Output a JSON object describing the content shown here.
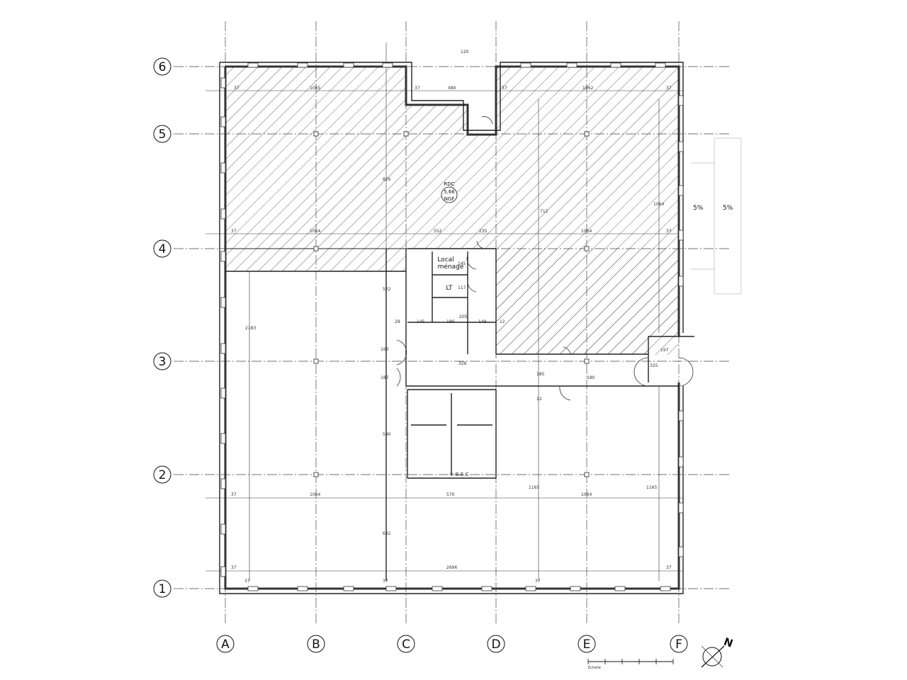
{
  "grid": {
    "rows": [
      "6",
      "5",
      "4",
      "3",
      "2",
      "1"
    ],
    "cols": [
      "A",
      "B",
      "C",
      "D",
      "E",
      "F"
    ]
  },
  "zone": {
    "level": "RDC",
    "height": "5,66",
    "unit": "NGF"
  },
  "rooms": {
    "local_menage_line1": "Local",
    "local_menage_line2": "ménage",
    "lt": "LT",
    "wc_tag": "⊕ B.E.C"
  },
  "dimensions": {
    "top_left_37": "37",
    "top_1065": "1065",
    "top_37b": "37",
    "top_480": "480",
    "top_37c": "37",
    "top_1062": "1062",
    "top_37d": "37",
    "top_120": "120",
    "mid_37": "37",
    "mid_1064": "1064",
    "mid_552": "552",
    "mid_235": "235",
    "mid_1064b": "1064",
    "mid_37b": "37",
    "v_826": "826",
    "v_712": "712",
    "v_1064": "1064",
    "v_2183": "2183",
    "v_522": "522",
    "row3_28": "28",
    "row3_145": "145",
    "row3_186": "186",
    "row3_205": "205",
    "row3_149": "149",
    "row3_12": "12",
    "v_163": "163",
    "v_187": "187",
    "v_328": "328",
    "v_185": "185",
    "v_180": "180",
    "v_197": "197",
    "v_325": "325",
    "v_12": "12",
    "v_540": "540",
    "v_632": "632",
    "v_1165": "1165",
    "v_1165b": "1165",
    "row2_37": "37",
    "row2_1064": "1064",
    "row2_570": "570",
    "row2_1064b": "1064",
    "row1_37": "37",
    "row1_2696": "2696",
    "row1_37b": "37",
    "bot_37": "37",
    "bot_37b": "37",
    "bot_37c": "37",
    "v_145": "145",
    "v_117": "117",
    "slope1": "5%",
    "slope2": "5%"
  },
  "scale_label": "Echelle",
  "north_label": "N"
}
